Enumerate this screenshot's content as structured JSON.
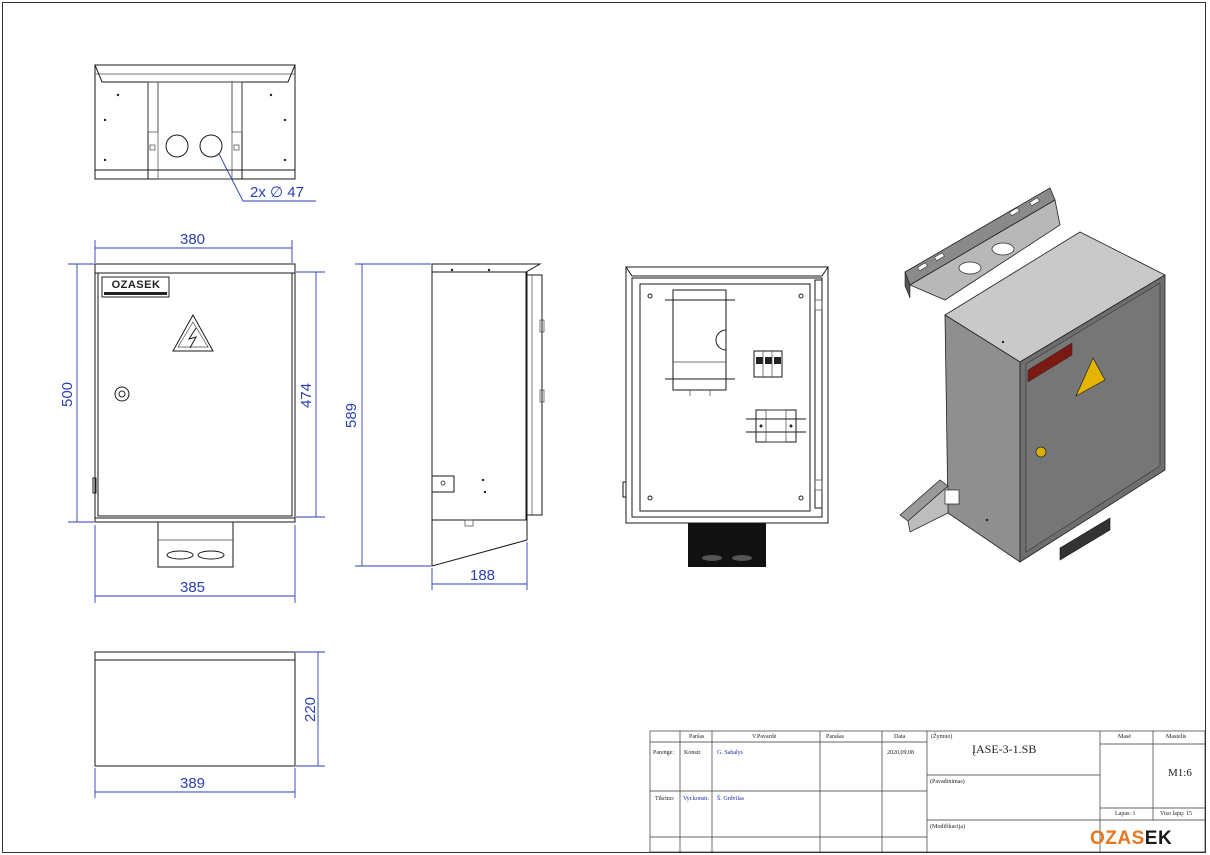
{
  "dimensions": {
    "holes": "2x ∅ 47",
    "front_width_top": "380",
    "front_width_bottom": "385",
    "front_height": "500",
    "front_inner_height": "474",
    "side_height": "589",
    "side_depth": "188",
    "bottom_height": "220",
    "bottom_width": "389"
  },
  "door_logo": "OZASEK",
  "title_block": {
    "headers": {
      "parasas_col": "Paršas",
      "name_col": "V.Pavardė",
      "signature_col": "Parašas",
      "date_col": "Data",
      "marking": "(Žymuo)",
      "mass": "Masė",
      "scale": "Mastelis"
    },
    "rows": [
      {
        "role": "Parenge:",
        "position": "Konstr.",
        "name": "G. Sabalys",
        "date": "2020.09.08"
      },
      {
        "role": "Tikrino:",
        "position": "Vyr.konstr.",
        "name": "Š. Grdvilas",
        "date": ""
      }
    ],
    "drawing_number": "ĮASE-3-1.SB",
    "name_label": "(Pavadinimas)",
    "modification_label": "(Modifikacija)",
    "scale_value": "M1:6",
    "sheet": "Lapas: 1",
    "total_sheets": "Viso lapų: 15",
    "company_logo_orange": "OZAS",
    "company_logo_dark": "EK"
  }
}
